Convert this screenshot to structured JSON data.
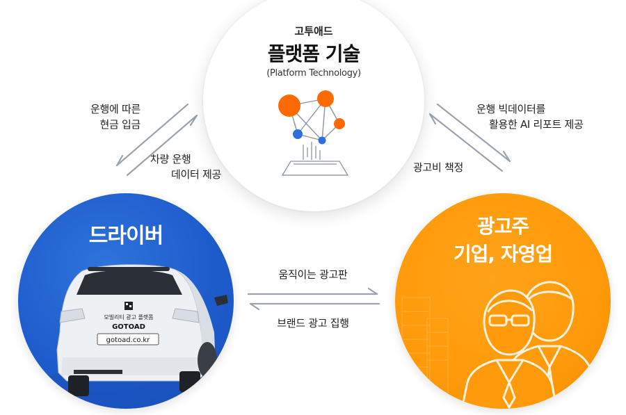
{
  "platform": {
    "company": "고투애드",
    "title": "플랫폼 기술",
    "subtitle": "(Platform Technology)"
  },
  "driver": {
    "label": "드라이버",
    "car_text": "모빌리티 광고 플랫폼",
    "car_brand": "GOTOAD",
    "car_url": "gotoad.co.kr"
  },
  "advertiser": {
    "line1": "광고주",
    "line2": "기업, 자영업"
  },
  "arrows": {
    "left_top_line1": "운행에 따른",
    "left_top_line2": "현금 입금",
    "left_bottom_line1": "차량 운행",
    "left_bottom_line2": "데이터 제공",
    "right_top_line1": "운행 빅데이터를",
    "right_top_line2": "활용한 AI 리포트 제공",
    "right_bottom": "광고비 책정",
    "middle_top": "움직이는 광고판",
    "middle_bottom": "브랜드 광고 집행"
  },
  "colors": {
    "driver_blue": "#1d5bcc",
    "advertiser_orange": "#ff9a0a",
    "node_orange": "#ff6a00",
    "node_blue": "#2f6fe0",
    "arrow_gray": "#9aa3ad"
  }
}
